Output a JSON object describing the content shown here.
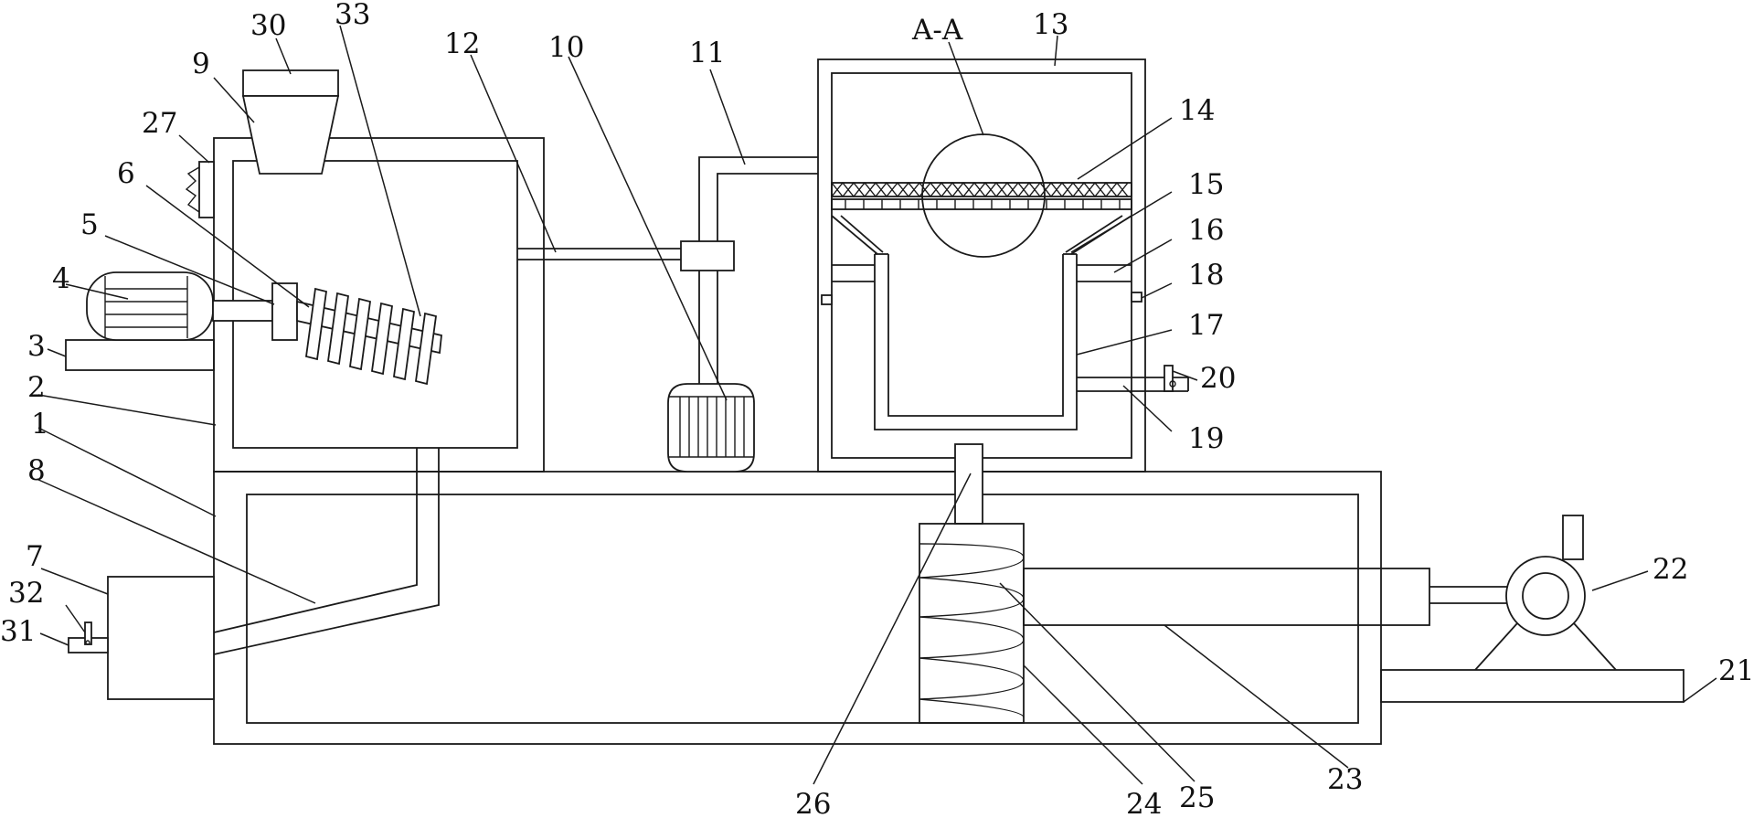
{
  "diagram": {
    "section_label": "A-A",
    "part_numbers": [
      "1",
      "2",
      "3",
      "4",
      "5",
      "6",
      "7",
      "8",
      "9",
      "10",
      "11",
      "12",
      "13",
      "14",
      "15",
      "16",
      "17",
      "18",
      "19",
      "20",
      "21",
      "22",
      "23",
      "24",
      "25",
      "26",
      "27",
      "30",
      "31",
      "32",
      "33"
    ],
    "colors": {
      "line": "#1a1a1a",
      "background": "#ffffff"
    }
  }
}
